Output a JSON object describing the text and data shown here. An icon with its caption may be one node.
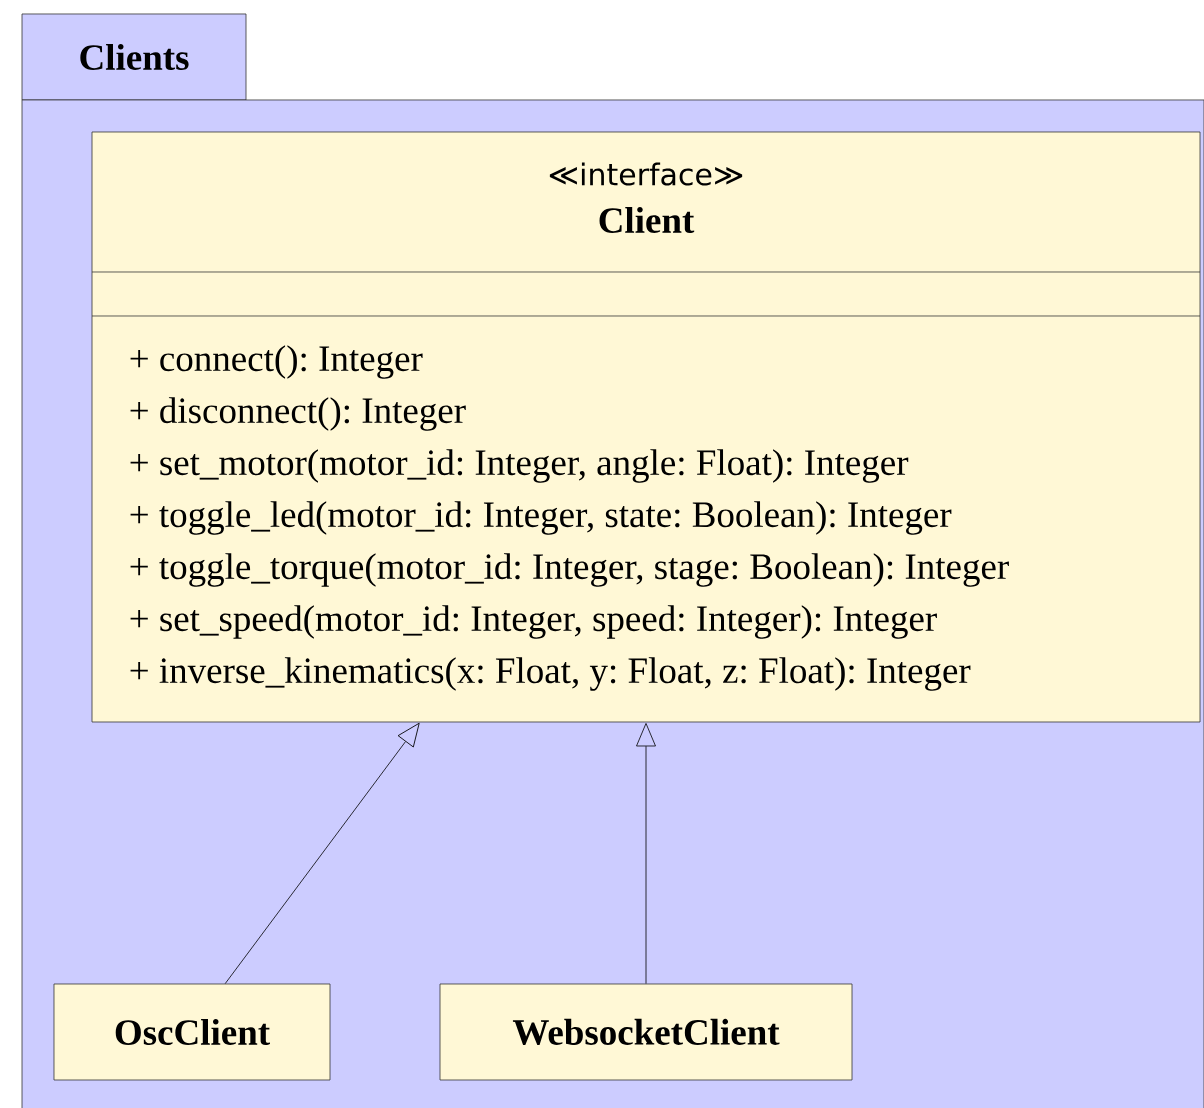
{
  "diagram": {
    "nodes": [
      {
        "text": [
          "Clients"
        ]
      },
      {
        "text": [
          "≪interface≫",
          "Client",
          "+ connect(): Integer",
          "+ disconnect(): Integer",
          "+ set_motor(motor_id: Integer, angle: Float): Integer",
          "+ toggle_led(motor_id: Integer, state: Boolean): Integer",
          "+ toggle_torque(motor_id: Integer, stage: Boolean): Integer",
          "+ set_speed(motor_id: Integer, speed: Integer): Integer",
          "+ inverse_kinematics(x: Float, y: Float, z: Float): Integer"
        ],
        "in": 0
      },
      {
        "text": [
          "OscClient"
        ],
        "in": 0
      },
      {
        "text": [
          "WebsocketClient"
        ],
        "in": 0
      }
    ],
    "edges": [
      {
        "from": 2,
        "to": 1,
        "arrow": "to"
      },
      {
        "from": 3,
        "to": 1,
        "arrow": "to"
      }
    ]
  }
}
